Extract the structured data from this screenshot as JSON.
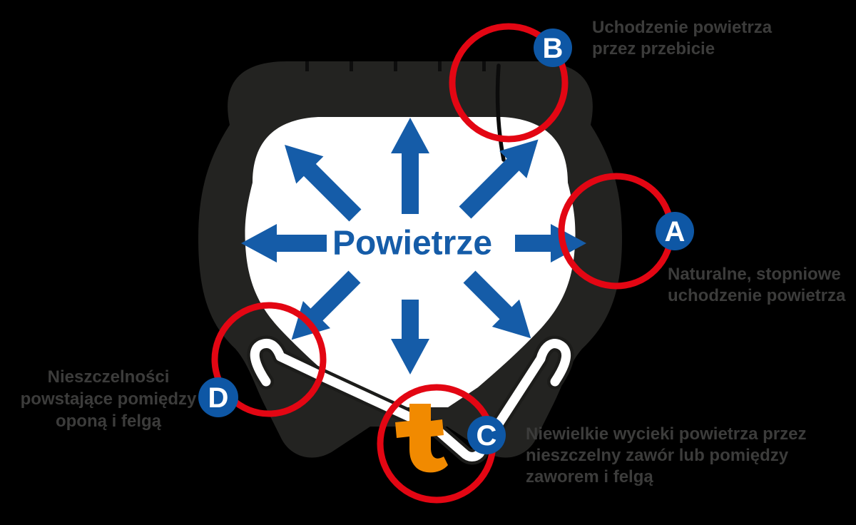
{
  "colors": {
    "background": "#000000",
    "tire": "#232321",
    "chamber": "#ffffff",
    "arrow_blue": "#155ca8",
    "text_blue": "#155ca8",
    "badge_blue": "#0e57a5",
    "red": "#e30613",
    "label_gray": "#3c3c3b",
    "orange": "#f18a00"
  },
  "center_label": "Powietrze",
  "logo_letter": "t",
  "badges": {
    "a": "A",
    "b": "B",
    "c": "C",
    "d": "D"
  },
  "labels": {
    "b": {
      "lines": [
        "Uchodzenie powietrza",
        "przez przebicie"
      ]
    },
    "a": {
      "lines": [
        "Naturalne, stopniowe",
        "uchodzenie powietrza"
      ]
    },
    "d": {
      "lines": [
        "Nieszczelności",
        "powstające pomiędzy",
        "oponą i felgą"
      ]
    },
    "c": {
      "lines": [
        "Niewielkie wycieki powietrza przez",
        "nieszczelny zawór lub pomiędzy",
        "zaworem i felgą"
      ]
    }
  },
  "icons": {
    "arrows": "air-direction-arrows",
    "leak_circles": "red-leak-marker-circles",
    "logo": "orange-t-brand-logo"
  }
}
